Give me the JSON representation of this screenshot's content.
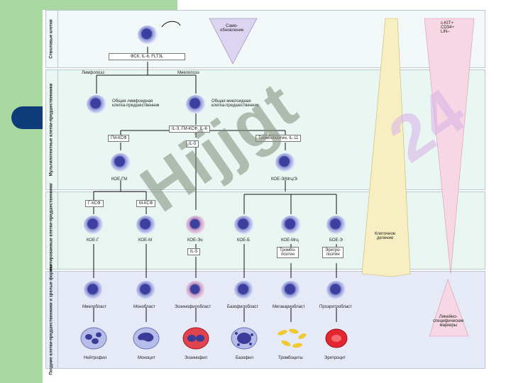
{
  "zones": {
    "stem": "Стволовые клетки",
    "multipotent": "Мультипотентные клетки-предшественники",
    "committed": "Коммитированные клетки-предшественники",
    "late": "Поздние клетки-предшественники и зрелые формы"
  },
  "self_renewal": "Само-\nобновление",
  "markers": "c-KIT+\nCD34+\nLIN–",
  "top_factors": "ФСК, IL-6, FLT3L",
  "lineage_lymph": "Лимфопоэз",
  "lineage_myelo": "Миелопоэз",
  "common_lymphoid": "Общая лимфоидная\nклетка-предшественник",
  "common_myeloid": "Общая миелоидная\nклетка-предшественник",
  "factors_mid": "IL-3, ГМ-КСФ, IL-6",
  "gm_csf": "ГМ-КСФ",
  "il5_a": "IL-5",
  "tpo_il11": "Тромбопоэтин, IL-11",
  "cfu_gm": "КОЕ-ГМ",
  "cfu_emeg": "КОЕ-Э/Мгц/Э",
  "g_csf": "Г-КСФ",
  "m_csf": "М-КСФ",
  "committed_cells": [
    "КОЕ-Г",
    "КОЕ-М",
    "КОЕ-Эо",
    "КОЕ-Б",
    "КОЕ-Мгц",
    "БОЕ-Э"
  ],
  "il5_b": "IL-5",
  "tpo": "Тромбо-\nпоэтин",
  "epo": "Эритро-\nпоэтин",
  "blasts": [
    "Миелобласт",
    "Монобласт",
    "Эозинофилобласт",
    "Базофилобласт",
    "Мегакариобласт",
    "Проэритробласт"
  ],
  "mature": [
    "Нейтрофил",
    "Моноцит",
    "Эозинофил",
    "Базофил",
    "Тромбоциты",
    "Эритроцит"
  ],
  "cell_division": "Клеточное\nделение",
  "lineage_markers": "Линейно-\nспецифические\nмаркеры",
  "watermark_left": "Hijjgt",
  "watermark_right": "24"
}
